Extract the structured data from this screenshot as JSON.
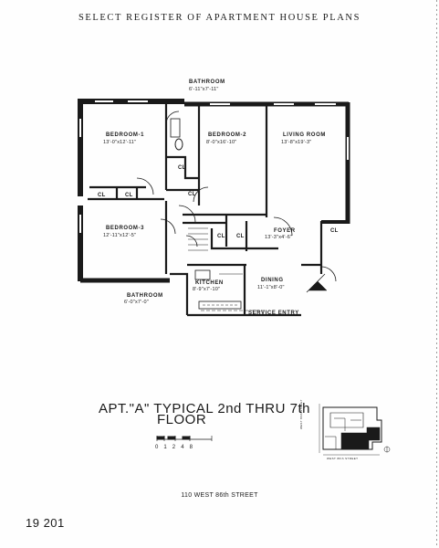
{
  "header": {
    "title": "SELECT REGISTER OF APARTMENT HOUSE PLANS"
  },
  "plan": {
    "rooms": {
      "bathroom_top": {
        "name": "BATHROOM",
        "dims": "6'-11\"x7'-11\""
      },
      "bedroom_1": {
        "name": "BEDROOM-1",
        "dims": "13'-0\"x12'-11\""
      },
      "bedroom_2": {
        "name": "BEDROOM-2",
        "dims": "8'-0\"x16'-10\""
      },
      "living_room": {
        "name": "LIVING ROOM",
        "dims": "13'-8\"x19'-3\""
      },
      "bedroom_3": {
        "name": "BEDROOM-3",
        "dims": "12'-11\"x12'-5\""
      },
      "foyer": {
        "name": "FOYER",
        "dims": "13'-3\"x4'-6\""
      },
      "dining": {
        "name": "DINING",
        "dims": "11'-1\"x8'-0\""
      },
      "kitchen": {
        "name": "KITCHEN",
        "dims": "8'-9\"x7'-10\""
      },
      "bathroom_bottom": {
        "name": "BATHROOM",
        "dims": "6'-0\"x7'-0\""
      }
    },
    "closet_label": "CL",
    "service_entry": "SERVICE ENTRY"
  },
  "caption": {
    "title": "APT.\"A\" TYPICAL 2nd THRU 7th",
    "floor": "FLOOR"
  },
  "scale": {
    "ticks": "0 1 2 4     8"
  },
  "keyplan": {
    "side_label": "WEST 86th STREET",
    "bottom_label": "WEST 86th STREET"
  },
  "footer": {
    "address": "110 WEST 86th STREET",
    "page_number": "19  201"
  }
}
